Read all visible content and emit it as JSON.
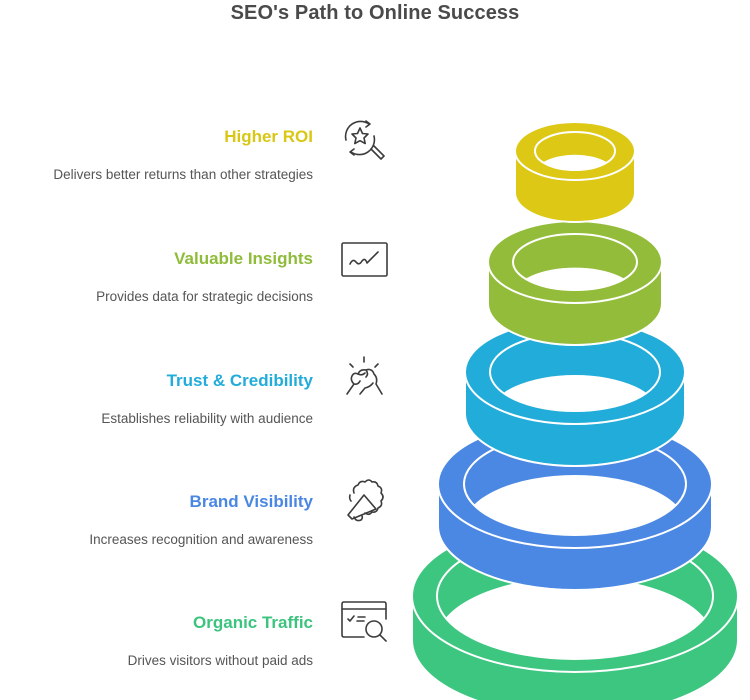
{
  "title": "SEO's Path to Online Success",
  "items": [
    {
      "heading": "Higher ROI",
      "description": "Delivers better returns than other strategies",
      "color": "#d9c714",
      "icon": "star-search-cycle-icon"
    },
    {
      "heading": "Valuable Insights",
      "description": "Provides data for strategic decisions",
      "color": "#8fbc3a",
      "icon": "line-chart-icon"
    },
    {
      "heading": "Trust & Credibility",
      "description": "Establishes reliability with audience",
      "color": "#22acd9",
      "icon": "handshake-icon"
    },
    {
      "heading": "Brand Visibility",
      "description": "Increases recognition and awareness",
      "color": "#4a87e3",
      "icon": "megaphone-badge-icon"
    },
    {
      "heading": "Organic Traffic",
      "description": "Drives visitors without paid ads",
      "color": "#3cc47f",
      "icon": "browser-search-icon"
    }
  ],
  "rings": [
    {
      "label": "Higher ROI",
      "color": "#ddc816"
    },
    {
      "label": "Valuable Insights",
      "color": "#93bc3a"
    },
    {
      "label": "Trust & Credibility",
      "color": "#22acd9"
    },
    {
      "label": "Brand Visibility",
      "color": "#4b88e3"
    },
    {
      "label": "Organic Traffic",
      "color": "#3dc680"
    }
  ]
}
